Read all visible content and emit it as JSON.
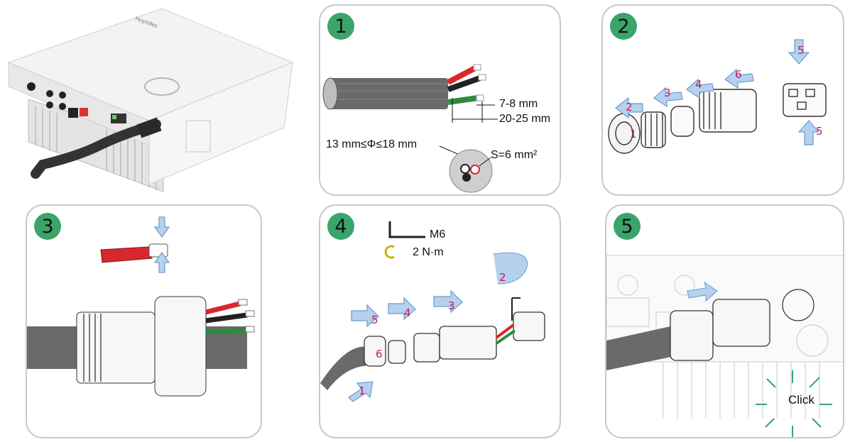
{
  "steps": [
    {
      "number": "1"
    },
    {
      "number": "2"
    },
    {
      "number": "3"
    },
    {
      "number": "4"
    },
    {
      "number": "5"
    }
  ],
  "step1": {
    "strip_short": "7-8 mm",
    "strip_long": "20-25 mm",
    "diameter": "13 mm≤Φ≤18 mm",
    "cross_section": "S=6 mm²"
  },
  "step2": {
    "arrow_numbers": [
      "1",
      "2",
      "3",
      "4",
      "5",
      "6",
      "5"
    ]
  },
  "step4": {
    "tool_size": "M6",
    "torque": "2 N·m",
    "arrow_numbers": [
      "1",
      "2",
      "3",
      "4",
      "5",
      "6"
    ]
  },
  "step5": {
    "click_label": "Click"
  },
  "colors": {
    "badge": "#3aa46b",
    "arrow_fill": "#b5d1ee",
    "arrow_stroke": "#6a9bcc",
    "wire_red": "#d9272e",
    "wire_green": "#2e8b3e",
    "number_color": "#c2185b"
  },
  "icons": [
    "inverter-image",
    "cable-icon",
    "hex-key-icon",
    "torque-icon",
    "click-burst-icon"
  ]
}
